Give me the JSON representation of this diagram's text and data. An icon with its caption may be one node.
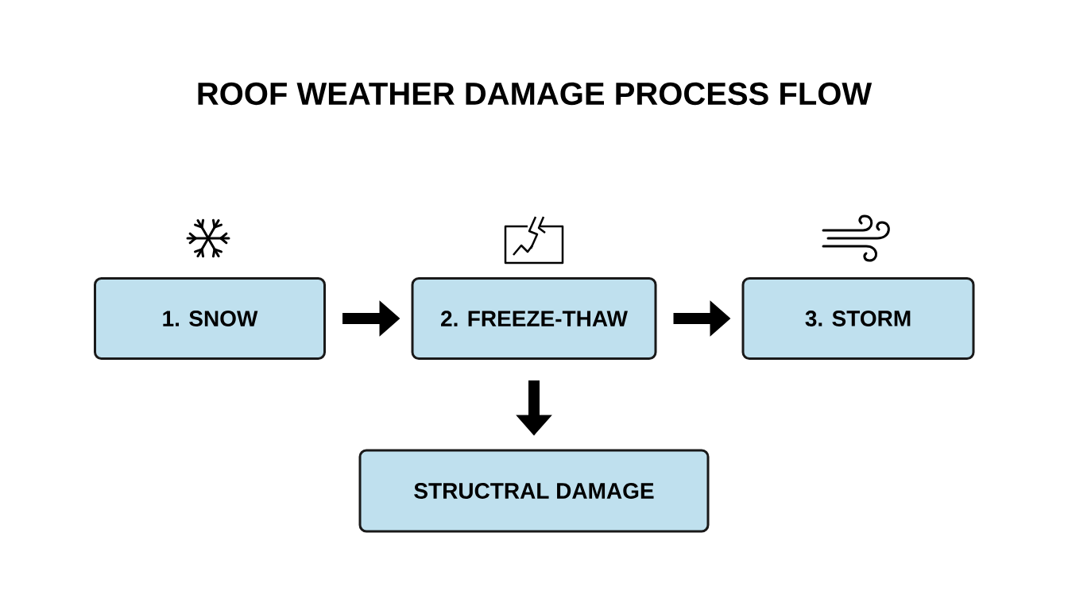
{
  "diagram": {
    "title": "ROOF WEATHER DAMAGE PROCESS FLOW",
    "nodes": [
      {
        "text": [
          "1. SNOW"
        ]
      },
      {
        "text": [
          "2. FREEZE-THAW"
        ]
      },
      {
        "text": [
          "3. STORM"
        ]
      },
      {
        "text": [
          "STRUCTRAL DAMAGE"
        ]
      }
    ],
    "edges": [
      {
        "from": 0,
        "to": 1,
        "arrow": "to"
      },
      {
        "from": 1,
        "to": 2,
        "arrow": "to"
      },
      {
        "from": 1,
        "to": 3,
        "arrow": "to"
      }
    ]
  }
}
